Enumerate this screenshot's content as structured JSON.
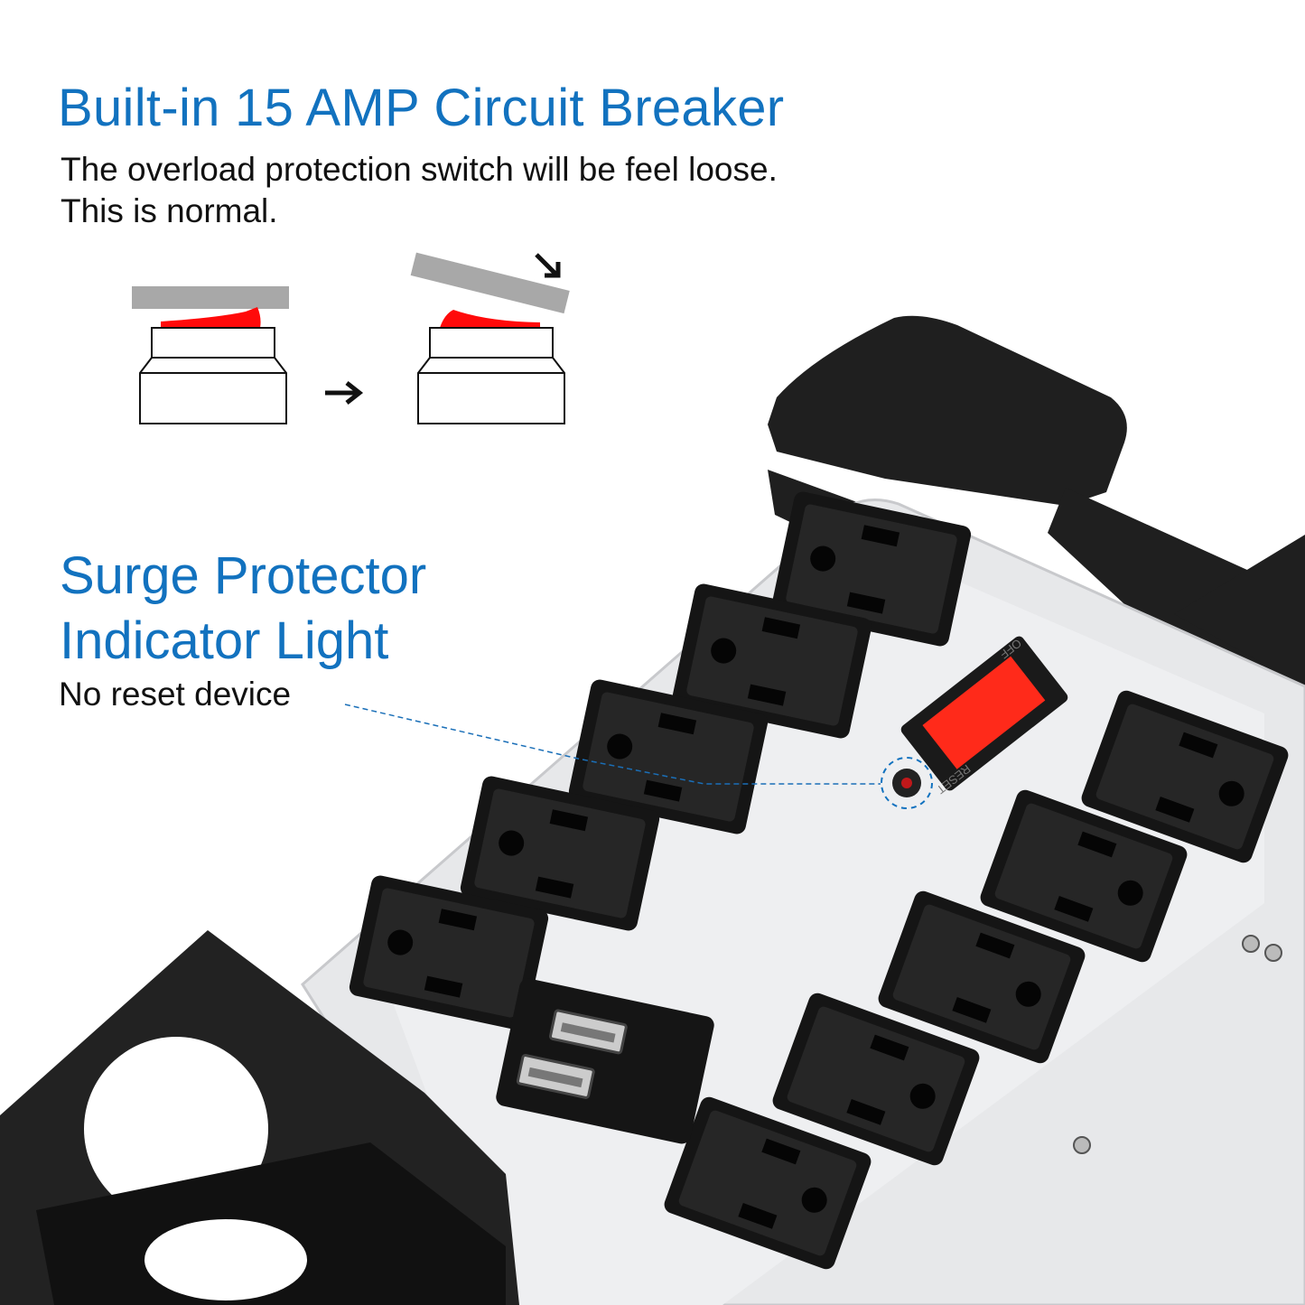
{
  "breaker_section": {
    "title": "Built-in 15 AMP Circuit Breaker",
    "description_lines": [
      "The overload protection switch will be feel loose.",
      "This is normal."
    ]
  },
  "indicator_section": {
    "title_lines": [
      "Surge Protector",
      "Indicator Light"
    ],
    "note": "No reset device"
  },
  "device": {
    "switch_label": "RESET",
    "switch_off_label": "OFF",
    "outlet_count": 10,
    "usb_port_count": 2
  },
  "colors": {
    "accent": "#1272bf",
    "switch_red": "#ff0a0a",
    "cover_gray": "#a8a8a8",
    "body_silver": "#e6e7e9",
    "bracket_black": "#1c1c1c"
  }
}
